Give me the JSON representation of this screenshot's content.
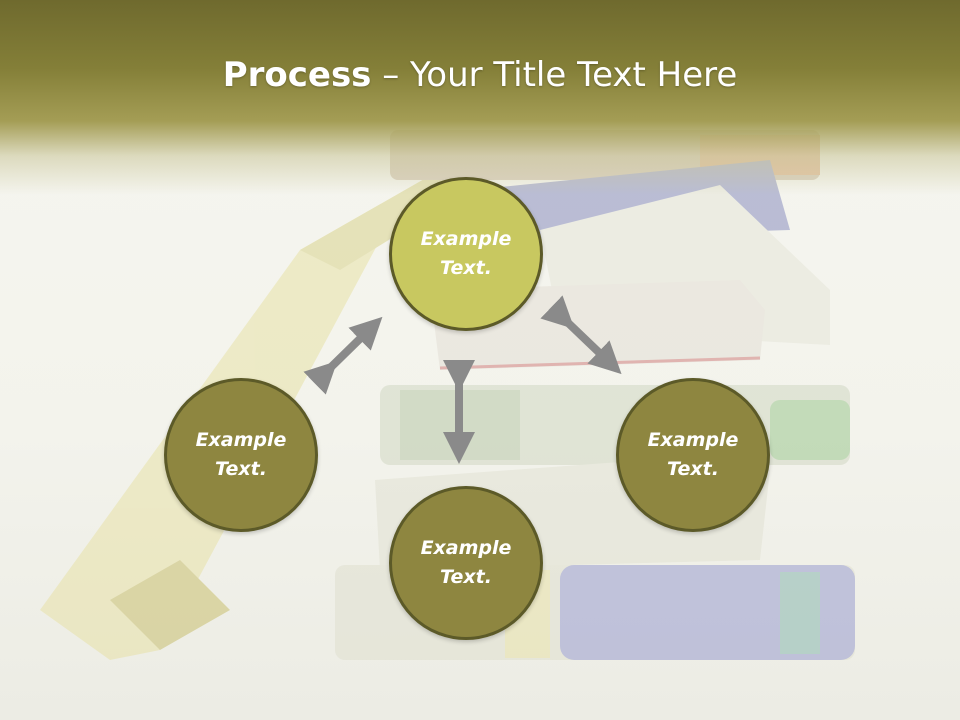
{
  "slide": {
    "title_bold": "Process",
    "title_rest": " – Your Title Text Here"
  },
  "nodes": {
    "top": {
      "line1": "Example",
      "line2": "Text.",
      "color": "#c8c860"
    },
    "left": {
      "line1": "Example",
      "line2": "Text.",
      "color": "#8e8640"
    },
    "right": {
      "line1": "Example",
      "line2": "Text.",
      "color": "#8e8640"
    },
    "bottom": {
      "line1": "Example",
      "line2": "Text.",
      "color": "#8e8640"
    }
  },
  "colors": {
    "header": "#847f38",
    "arrow": "#8a8a8a",
    "node_border": "#5c5a28"
  },
  "icons": [
    "double-arrow-icon",
    "books-stack-image"
  ]
}
